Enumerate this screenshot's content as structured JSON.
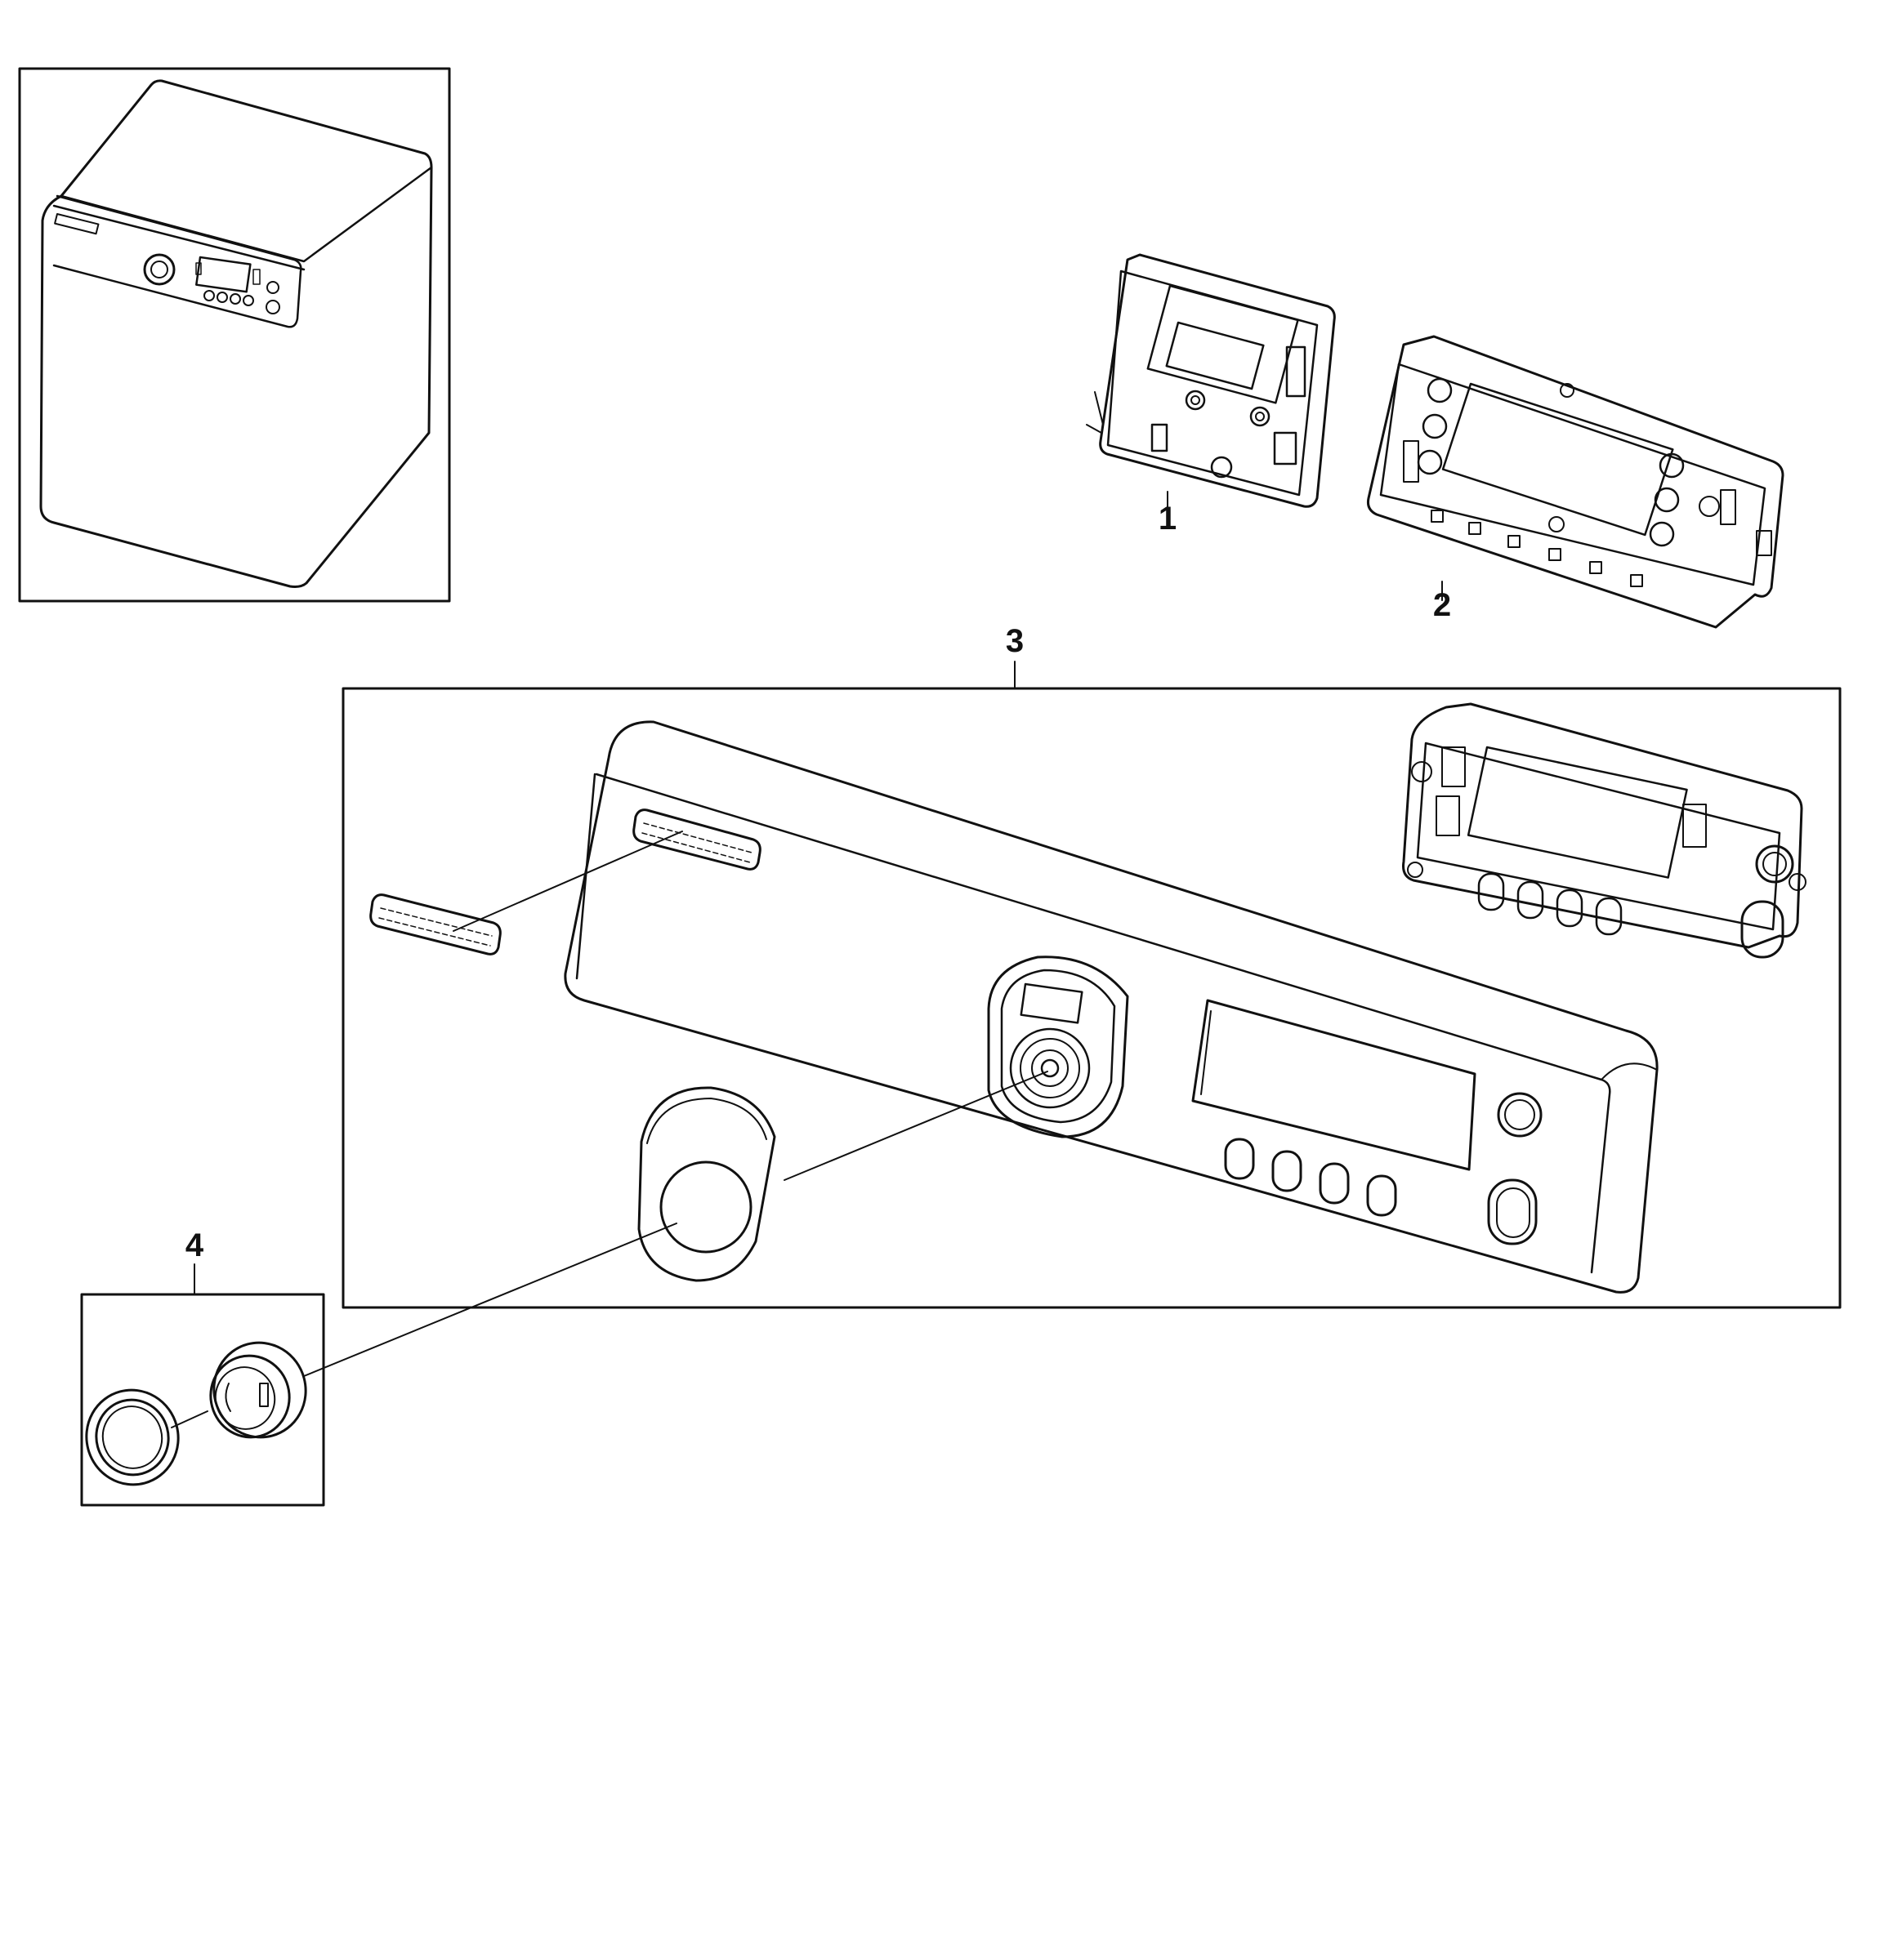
{
  "diagram": {
    "type": "exploded-parts-view",
    "callouts": [
      {
        "id": "1",
        "label": "1"
      },
      {
        "id": "2",
        "label": "2"
      },
      {
        "id": "3",
        "label": "3"
      },
      {
        "id": "4",
        "label": "4"
      }
    ],
    "colors": {
      "line": "#111111",
      "background": "#ffffff"
    }
  }
}
